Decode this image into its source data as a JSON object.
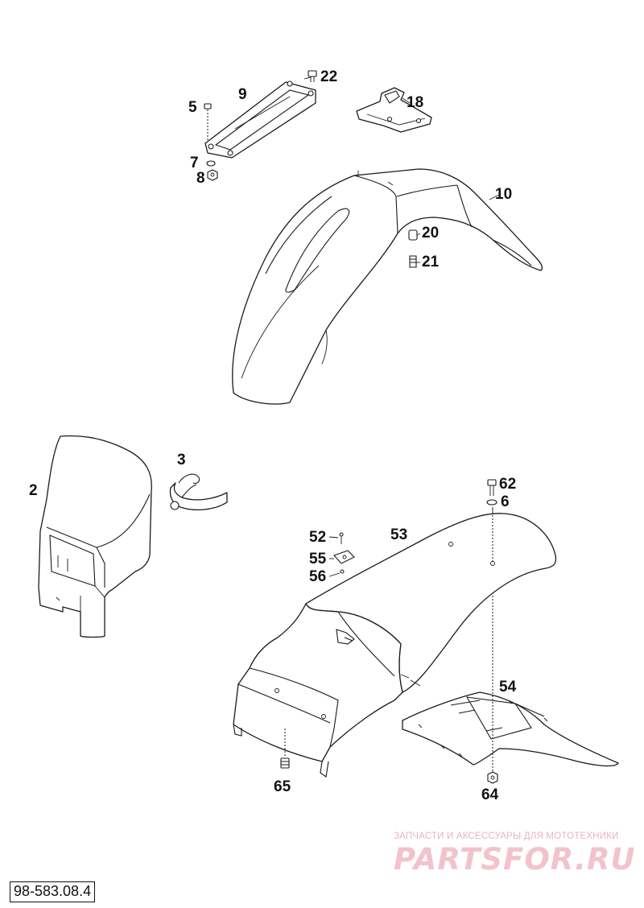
{
  "diagram_code": "98-583.08.4",
  "watermark": {
    "tagline": "ЗАПЧАСТИ И АКСЕССУАРЫ ДЛЯ МОТОТЕХНИКИ",
    "logo_text": "PARTSFOR.RU",
    "color": "#f2c3cc"
  },
  "callouts": {
    "p2": "2",
    "p3": "3",
    "p5": "5",
    "p6": "6",
    "p7": "7",
    "p8": "8",
    "p9": "9",
    "p10": "10",
    "p18": "18",
    "p20": "20",
    "p21": "21",
    "p22": "22",
    "p52": "52",
    "p53": "53",
    "p54": "54",
    "p55": "55",
    "p56": "56",
    "p62": "62",
    "p64": "64",
    "p65": "65"
  },
  "line_color": "#1a1a1a"
}
